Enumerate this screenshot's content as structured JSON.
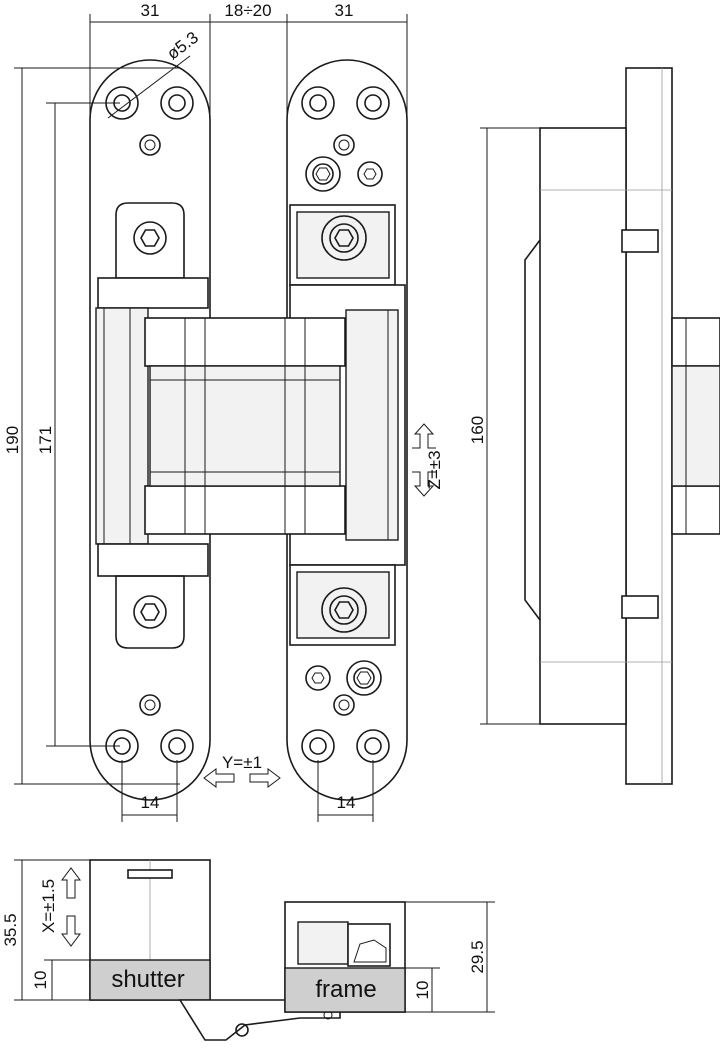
{
  "dimensions": {
    "width_left": "31",
    "gap": "18÷20",
    "width_right": "31",
    "hole_diameter": "ø5.3",
    "total_height": "190",
    "hole_spacing": "171",
    "side_height": "160",
    "z_adjust": "Z=±3",
    "y_adjust": "Y=±1",
    "bottom_left": "14",
    "bottom_right": "14",
    "x_adjust": "X=±1.5",
    "shutter_height": "35.5",
    "shutter_offset": "10",
    "frame_height": "29.5",
    "frame_offset": "10"
  },
  "labels": {
    "shutter": "shutter",
    "frame": "frame"
  },
  "colors": {
    "line": "#1a1a1a",
    "shade": "#f2f2f2",
    "label_box": "#cfcfcf"
  }
}
